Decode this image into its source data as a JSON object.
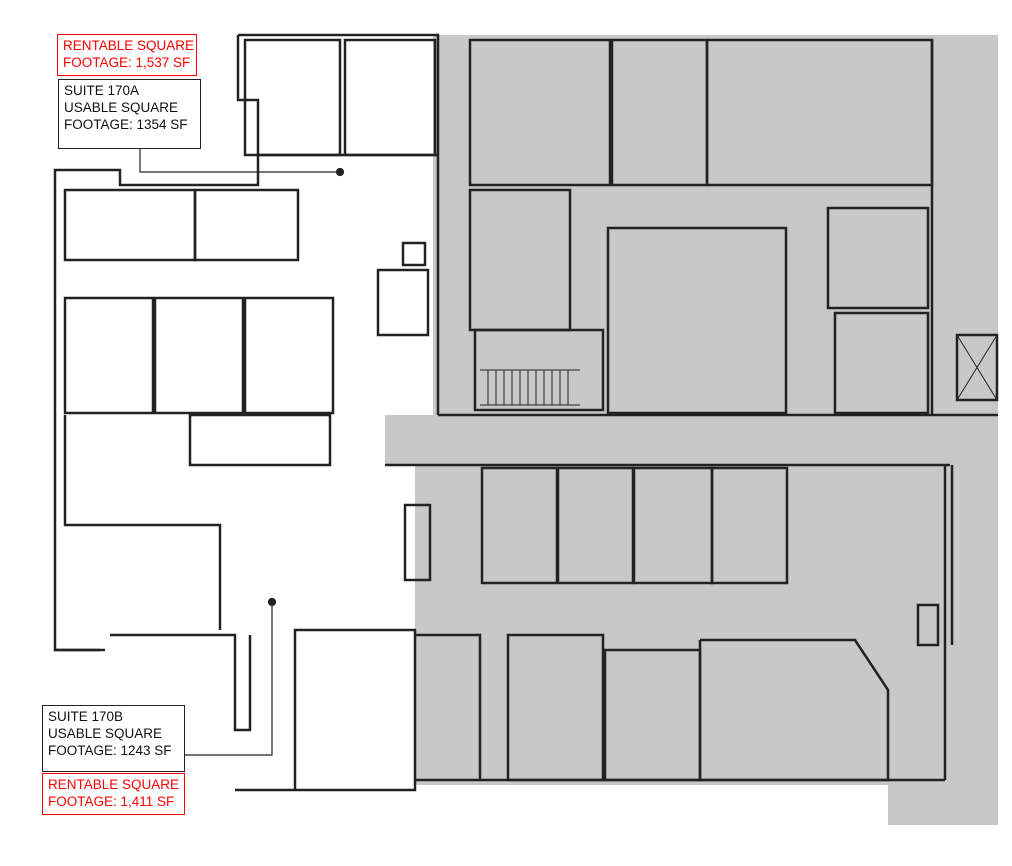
{
  "suite_170a": {
    "rentable": {
      "line1": "RENTABLE SQUARE",
      "line2": "FOOTAGE: 1,537 SF"
    },
    "usable": {
      "line1": "SUITE 170A",
      "line2": "USABLE SQUARE",
      "line3": "FOOTAGE: 1354 SF"
    }
  },
  "suite_170b": {
    "usable": {
      "line1": "SUITE 170B",
      "line2": "USABLE SQUARE",
      "line3": "FOOTAGE: 1243 SF"
    },
    "rentable": {
      "line1": "RENTABLE SQUARE",
      "line2": "FOOTAGE: 1,411 SF"
    }
  },
  "colors": {
    "rentable_label": "#ff0000",
    "shaded_area": "#c8c8c8",
    "walls": "#222222"
  }
}
